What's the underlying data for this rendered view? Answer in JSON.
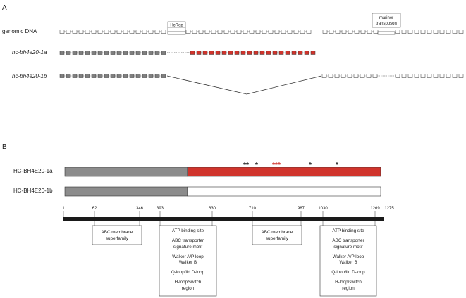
{
  "panels": {
    "a": "A",
    "b": "B"
  },
  "tracks": {
    "genomic_label": "genomic DNA",
    "transcript_a_label": "hc-bh4e20-1a",
    "transcript_b_label": "hc-bh4e20-1b",
    "hcrep_label": "HcRep",
    "mariner_label_line1": "mariner",
    "mariner_label_line2": "transposon"
  },
  "proteins": {
    "isoform_a": "HC-BH4E20-1a",
    "isoform_b": "HC-BH4E20-1b",
    "stars_black_1": "**",
    "stars_black_2": "*",
    "stars_red": "***",
    "stars_black_3": "*",
    "stars_black_4": "*"
  },
  "axis": {
    "ticks": [
      "1",
      "62",
      "346",
      "393",
      "630",
      "710",
      "987",
      "1030",
      "1269",
      "1275"
    ]
  },
  "domains": {
    "box1": [
      "ABC membrane",
      "superfamily"
    ],
    "box2": [
      "ATP binding site",
      "ABC transporter",
      "signature motif",
      "Walker A/P loop",
      "Walker B",
      "Q-loop/lid  D-loop",
      "H-loop/switch",
      "region"
    ],
    "box3": [
      "ABC membrane",
      "superfamily"
    ],
    "box4": [
      "ATP binding site",
      "ABC transporter",
      "signature motif",
      "Walker A/P loop",
      "Walker B",
      "Q-loop/lid  D-loop",
      "H-loop/switch",
      "region"
    ]
  },
  "colors": {
    "red": "#d0342c",
    "grey": "#8c8c8c",
    "black": "#1a1a1a",
    "exon_grey": "#7f7f7f"
  }
}
